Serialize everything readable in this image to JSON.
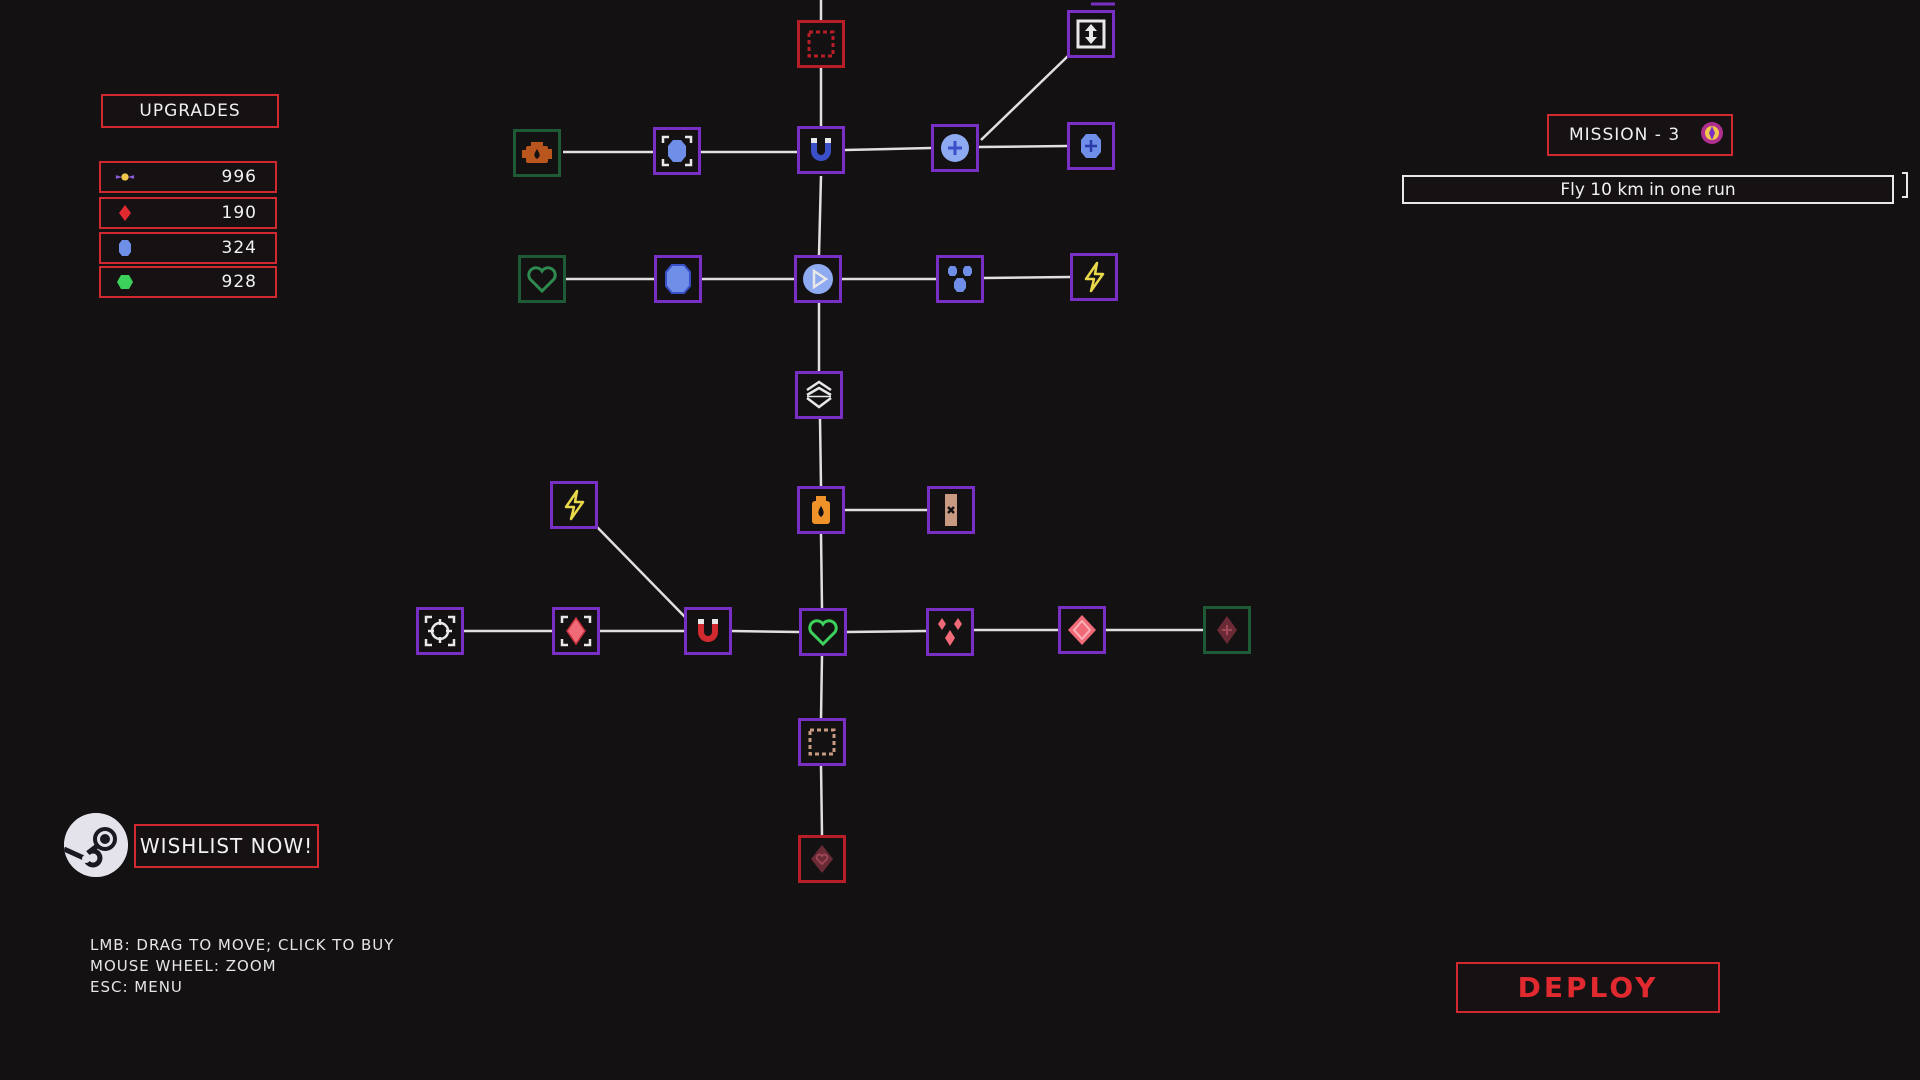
{
  "upgrades_panel": {
    "title": "UPGRADES",
    "resources": [
      {
        "icon": "fly-coin-icon",
        "value": "996"
      },
      {
        "icon": "red-diamond-icon",
        "value": "190"
      },
      {
        "icon": "blue-gem-icon",
        "value": "324"
      },
      {
        "icon": "green-gem-icon",
        "value": "928"
      }
    ]
  },
  "mission": {
    "label": "MISSION - 3",
    "icon": "mission-badge-icon",
    "objective": "Fly 10 km in one run"
  },
  "wishlist": {
    "label": "WISHLIST NOW!",
    "icon": "steam-logo-icon"
  },
  "controls_help": [
    "LMB: DRAG TO MOVE; CLICK TO BUY",
    "MOUSE WHEEL: ZOOM",
    "ESC: MENU"
  ],
  "deploy_label": "DEPLOY",
  "colors": {
    "background": "#141113",
    "accent_red": "#d02a30",
    "node_purple": "#7a2fc4",
    "node_green": "#1f5a36",
    "link_line": "#e0e0e0"
  },
  "upgrade_nodes": [
    {
      "id": "top-locked",
      "icon": "locked-slot-icon",
      "state": "locked-red"
    },
    {
      "id": "vertical-resize",
      "icon": "vertical-resize-icon",
      "state": "owned"
    },
    {
      "id": "engine",
      "icon": "engine-icon",
      "state": "available"
    },
    {
      "id": "blue-gem-target",
      "icon": "blue-gem-target-icon",
      "state": "owned"
    },
    {
      "id": "magnet-blue",
      "icon": "magnet-icon",
      "state": "owned"
    },
    {
      "id": "blue-plus-circle",
      "icon": "plus-circle-icon",
      "state": "owned"
    },
    {
      "id": "blue-gem-plus",
      "icon": "gem-plus-icon",
      "state": "owned"
    },
    {
      "id": "heart-outline",
      "icon": "heart-icon",
      "state": "available"
    },
    {
      "id": "blue-gem-large",
      "icon": "blue-gem-icon",
      "state": "owned"
    },
    {
      "id": "play-boost",
      "icon": "play-icon",
      "state": "owned"
    },
    {
      "id": "blue-gem-multi",
      "icon": "gem-multi-icon",
      "state": "owned"
    },
    {
      "id": "lightning-top",
      "icon": "lightning-icon",
      "state": "owned"
    },
    {
      "id": "chevron-core",
      "icon": "chevron-updown-icon",
      "state": "owned"
    },
    {
      "id": "lightning-left",
      "icon": "lightning-icon",
      "state": "owned"
    },
    {
      "id": "fuel",
      "icon": "fuel-icon",
      "state": "owned"
    },
    {
      "id": "bandage",
      "icon": "bandage-icon",
      "state": "owned"
    },
    {
      "id": "crosshair",
      "icon": "crosshair-icon",
      "state": "owned"
    },
    {
      "id": "red-diamond-target",
      "icon": "red-diamond-target-icon",
      "state": "owned"
    },
    {
      "id": "magnet-red",
      "icon": "magnet-icon",
      "state": "owned"
    },
    {
      "id": "heart-core",
      "icon": "heart-icon",
      "state": "owned"
    },
    {
      "id": "red-diamond-multi",
      "icon": "diamond-multi-icon",
      "state": "owned"
    },
    {
      "id": "pink-diamond",
      "icon": "pink-diamond-icon",
      "state": "owned"
    },
    {
      "id": "red-diamond-plus",
      "icon": "diamond-plus-icon",
      "state": "available"
    },
    {
      "id": "bottom-locked",
      "icon": "locked-slot-icon",
      "state": "owned"
    },
    {
      "id": "heart-diamond",
      "icon": "heart-diamond-icon",
      "state": "locked-red"
    }
  ]
}
